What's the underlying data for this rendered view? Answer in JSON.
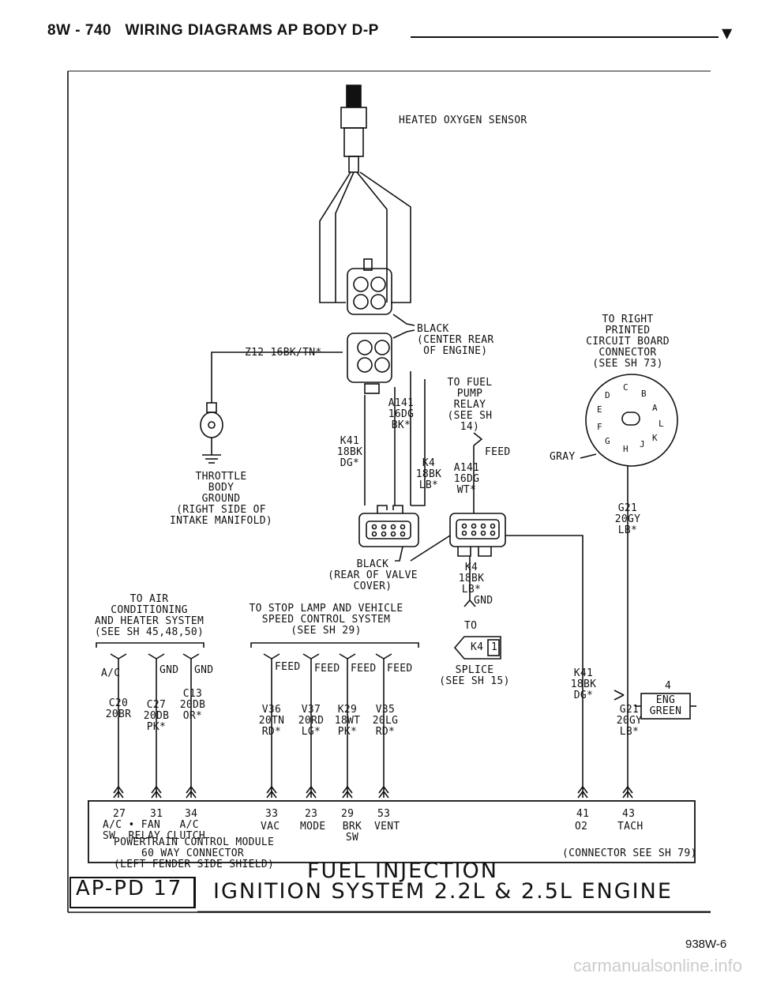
{
  "header": {
    "page_id": "8W - 740",
    "title": "WIRING DIAGRAMS AP BODY D-P"
  },
  "labels": {
    "sensor": "HEATED OXYGEN SENSOR",
    "black_center": "BLACK\n(CENTER REAR\n OF ENGINE)",
    "to_right_board": "TO RIGHT\nPRINTED\nCIRCUIT BOARD\nCONNECTOR\n(SEE SH 73)",
    "z12": "Z12 16BK/TN*",
    "fuel_pump": "TO FUEL\nPUMP\nRELAY\n(SEE SH\n14)",
    "a141_bk": "A141\n16DG\nBK*",
    "k41_top": "K41\n18BK\nDG*",
    "k4_top": "K4\n18BK\nLB*",
    "a141_wt": "A141\n16DG\nWT*",
    "feed_top": "FEED",
    "gray": "GRAY",
    "g21_top": "G21\n20GY\nLB*",
    "throttle": "THROTTLE\nBODY\nGROUND\n(RIGHT SIDE OF\nINTAKE MANIFOLD)",
    "black_valve": "BLACK\n(REAR OF VALVE\nCOVER)",
    "k4_mid": "K4\n18BK\nLB*",
    "gnd_mid": "GND",
    "to_mid": "TO",
    "k4_splice": "K4",
    "k4_splice_num": "1",
    "splice": "SPLICE\n(SEE SH 15)",
    "to_air": "TO AIR\nCONDITIONING\nAND HEATER SYSTEM\n(SEE SH 45,48,50)",
    "to_stop": "TO STOP LAMP AND VEHICLE\nSPEED CONTROL SYSTEM\n(SEE SH 29)",
    "ac": "A/C",
    "gnd1": "GND",
    "gnd2": "GND",
    "feed1": "FEED",
    "feed2": "FEED",
    "feed3": "FEED",
    "feed4": "FEED",
    "c20": "C20\n20BR",
    "c27": "C27\n20DB\nPK*",
    "c13": "C13\n20DB\nOR*",
    "v36": "V36\n20TN\nRD*",
    "v37": "V37\n20RD\nLG*",
    "k29": "K29\n18WT\nPK*",
    "v35": "V35\n20LG\nRD*",
    "k41_low": "K41\n18BK\nDG*",
    "g21_low": "G21\n20GY\nLB*",
    "eng_green_num": "4",
    "eng_green": "ENG\nGREEN",
    "pins": [
      "27",
      "31",
      "34",
      "33",
      "23",
      "29",
      "53",
      "41",
      "43"
    ],
    "pin_funcs": [
      "A/C • FAN   A/C\nSW  RELAY CLUTCH",
      "VAC",
      "MODE",
      "BRK\nSW",
      "VENT",
      "O2",
      "TACH"
    ],
    "pcm": "POWERTRAIN CONTROL MODULE\n60 WAY CONNECTOR\n(LEFT FENDER SIDE SHIELD)",
    "conn_see": "(CONNECTOR SEE SH 79)",
    "connector_pins": [
      "D",
      "C",
      "B",
      "A",
      "E",
      "L",
      "F",
      "K",
      "G",
      "H",
      "J"
    ]
  },
  "footer": {
    "line1": "FUEL INJECTION",
    "line2": "IGNITION SYSTEM 2.2L & 2.5L ENGINE",
    "box": "AP-PD 17",
    "code": "938W-6"
  },
  "watermark": "carmanualsonline.info"
}
